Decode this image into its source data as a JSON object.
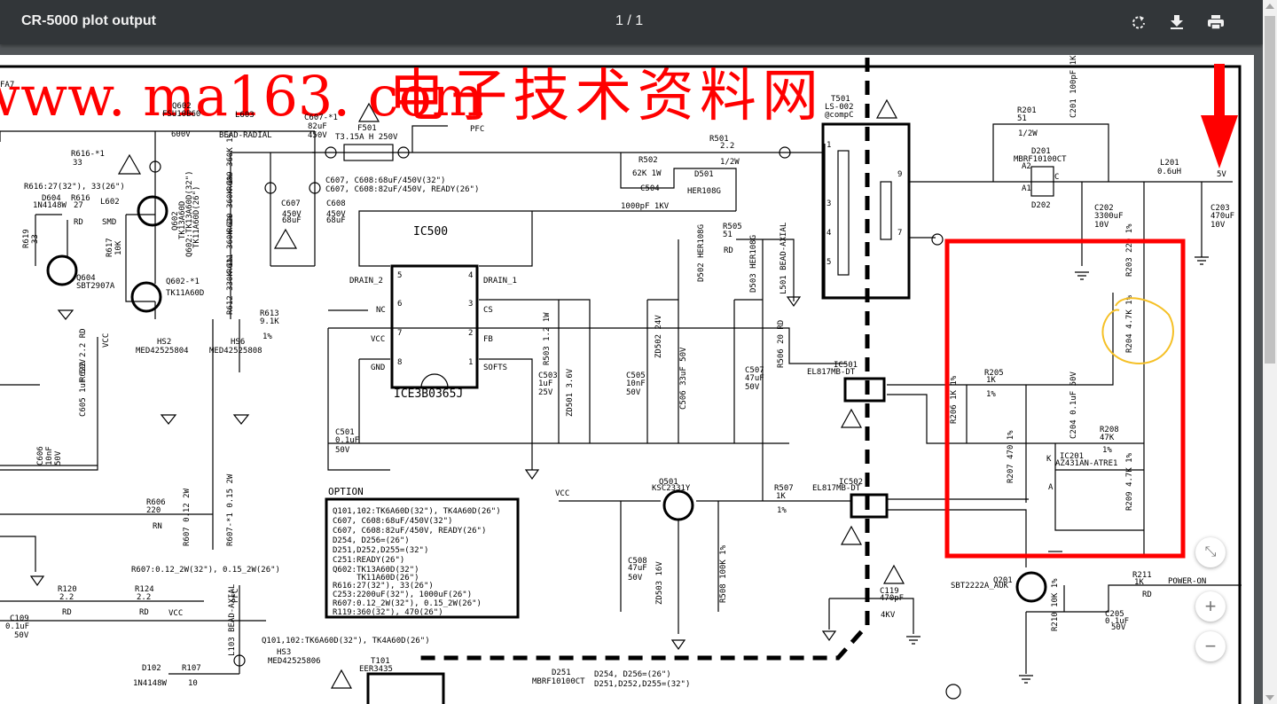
{
  "toolbar": {
    "title": "CR-5000 plot output",
    "page_indicator": "1 / 1",
    "rotate_icon": "rotate-icon",
    "download_icon": "download-icon",
    "print_icon": "print-icon"
  },
  "zoom_controls": {
    "fit": "⤡",
    "zoom_in": "+",
    "zoom_out": "−"
  },
  "annotations": {
    "red_box_color": "#ff0000",
    "arrow_color": "#ff0000",
    "circle_color": "#f5c026"
  },
  "watermark": {
    "url": "www. ma163. com",
    "cn": "电子技术资料网"
  },
  "schematic": {
    "fa7": "FA7",
    "q602": "Q602",
    "fsu": "FSU10B60",
    "v600": "600V",
    "l603": "L603",
    "bead_radial": "BEAD-RADIAL",
    "c607_1": "C607-*1",
    "c607_1v": "82uF",
    "c607_1w": "450V",
    "f501": "F501",
    "fuse": "T3.15A H 250V",
    "pfc": "PFC",
    "r616_1": "R616-*1",
    "r616_1v": "33",
    "r616_note": "R616:27(32\"), 33(26\")",
    "d604": "D604",
    "d604v": "1N4148W",
    "r616": "R616",
    "r616v": "27",
    "rd1": "RD",
    "l602": "L602",
    "smd": "SMD",
    "r619": "R619",
    "r619v": "33",
    "q604": "Q604",
    "q604v": "SBT2907A",
    "r617": "R617",
    "r617v": "10K",
    "q602v1": "Q602",
    "q602v2": "TK13A60D",
    "q602v3": "Q602:TK13A60D(32\")",
    "q602v4": "TK11A60D(26\")",
    "q602_1": "Q602-*1",
    "q602_1v": "TK11A60D",
    "r609": "R609 360K 1%",
    "r610": "R610 360K 1%",
    "r611": "R611 360K 1%",
    "r612": "R612 330K 1%",
    "c607": "C607",
    "c607v": "450V",
    "c607w": "68uF",
    "c608": "C608",
    "c608v": "450V",
    "c608w": "68uF",
    "note_c1": "C607, C608:68uF/450V(32\")",
    "note_c2": "C607, C608:82uF/450V, READY(26\")",
    "r613": "R613",
    "r613v": "9.1K",
    "r613w": "1%",
    "hs2": "HS2",
    "hs2v": "MED42525804",
    "hs6": "HS6",
    "hs6v": "MED42525808",
    "vcc1": "VCC",
    "r622": "R622 2.2 RD",
    "c605": "C605 1uF 50V",
    "c606": "C606",
    "c606v": "10nF",
    "c606w": "50V",
    "r502": "R502",
    "r502v": "62K 1W",
    "c504": "C504",
    "c504v": "1000pF 1KV",
    "d501": "D501",
    "d501v": "HER108G",
    "r501": "R501",
    "r501v": "2.2",
    "r501w": "1/2W",
    "ic500": "IC500",
    "drain2": "DRAIN_2",
    "drain1": "DRAIN_1",
    "nc": "NC",
    "cs": "CS",
    "vcc": "VCC",
    "fb": "FB",
    "gnd": "GND",
    "softs": "SOFTS",
    "ic500v": "ICE3B0365J",
    "p5": "5",
    "p4": "4",
    "p6": "6",
    "p3": "3",
    "p7": "7",
    "p2": "2",
    "p8": "8",
    "p1": "1",
    "r505": "R505",
    "r505v": "51",
    "r505w": "RD",
    "d502": "D502 HER108G",
    "d503": "D503 HER108G",
    "l501": "L501 BEAD-AXIAL",
    "c501": "C501",
    "c501v": "0.1uF",
    "c501w": "50V",
    "r503": "R503 1.2 1W",
    "zd501": "ZD501 3.6V",
    "c503": "C503",
    "c503v": "1uF",
    "c503w": "25V",
    "c505": "C505",
    "c505v": "10nF",
    "c505w": "50V",
    "zd502": "ZD502 24V",
    "c506": "C506 33uF 50V",
    "c507": "C507",
    "c507v": "47uF",
    "c507w": "50V",
    "r506": "R506 20 RD",
    "t501": "T501",
    "t501v": "LS-002",
    "t501w": "@compC",
    "t1": "1",
    "t3": "3",
    "t4": "4",
    "t5": "5",
    "t9": "9",
    "t7": "7",
    "ic501": "IC501",
    "ic501v": "EL817MB-DT",
    "ic502": "IC502",
    "ic502v": "EL817MB-DT",
    "r201": "R201",
    "r201v": "51",
    "r201w": "1/2W",
    "c201": "C201 100pF 1KV",
    "d201": "D201",
    "d201v": "MBRF10100CT",
    "d202": "D202",
    "a2": "A2",
    "a1": "A1",
    "cc": "C",
    "c202": "C202",
    "c202v": "3300uF",
    "c202w": "10V",
    "l201": "L201",
    "l201v": "0.6uH",
    "v5": "5V",
    "c203": "C203",
    "c203v": "470uF",
    "c203w": "10V",
    "r203": "R203 220 1%",
    "r204": "R204 4.7K 1%",
    "r205": "R205",
    "r205v": "1K",
    "r205w": "1%",
    "r206": "R206 1K 1%",
    "r207": "R207 470 1%",
    "c204": "C204 0.1uF 50V",
    "r208": "R208",
    "r208v": "47K",
    "r208w": "1%",
    "ic201": "IC201",
    "ic201v": "AZ431AN-ATRE1",
    "k": "K",
    "a": "A",
    "r209": "R209 4.7K 1%",
    "q201": "Q201",
    "q201v": "SBT2222A_AUK",
    "r211": "R211",
    "r211v": "1K",
    "r211w": "RD",
    "power_on": "POWER-ON",
    "r210": "R210 10K 1%",
    "c205": "C205",
    "c205v": "0.1uF",
    "c205w": "50V",
    "c119": "C119",
    "c119v": "470pF",
    "c119w": "4KV",
    "q501": "Q501",
    "q501v": "KSC2331Y",
    "vcc2": "VCC",
    "r507": "R507",
    "r507v": "1K",
    "r507w": "1%",
    "c508": "C508",
    "c508v": "47uF",
    "c508w": "50V",
    "zd503": "ZD503 16V",
    "r508": "R508 100K 1%",
    "r606": "R606",
    "r606v": "220",
    "r606w": "RN",
    "r607": "R607 0.12 2W",
    "r607_1": "R607-*1 0.15 2W",
    "r607_note": "R607:0.12_2W(32\"), 0.15_2W(26\")",
    "r120": "R120",
    "r120v": "2.2",
    "r120w": "RD",
    "r124": "R124",
    "r124v": "2.2",
    "r124w": "RD",
    "vcc3": "VCC",
    "c109": "C109",
    "c109v": "0.1uF",
    "c109w": "50V",
    "pfc2": "PFC",
    "l103": "L103 BEAD-AXIAL",
    "q101_note": "Q101,102:TK6A60D(32\"), TK4A60D(26\")",
    "hs3": "HS3",
    "hs3v": "MED42525806",
    "t101": "T101",
    "t101v": "EER3435",
    "d102": "D102",
    "d102v": "1N4148W",
    "r107": "R107",
    "r107v": "10",
    "d251": "D251",
    "d251v": "MBRF10100CT",
    "d254n": "D254, D256=(26\")",
    "d251n": "D251,D252,D255=(32\")"
  },
  "option": {
    "title": "OPTION",
    "lines": [
      "Q101,102:TK6A60D(32\"), TK4A60D(26\")",
      "C607, C608:68uF/450V(32\")",
      "C607, C608:82uF/450V, READY(26\")",
      "D254, D256=(26\")",
      "D251,D252,D255=(32\")",
      "C251:READY(26\")",
      "Q602:TK13A60D(32\")",
      "     TK11A60D(26\")",
      "R616:27(32\"), 33(26\")",
      "C253:2200uF(32\"), 1000uF(26\")",
      "R607:0.12_2W(32\"), 0.15_2W(26\")",
      "R119:360(32\"), 470(26\")"
    ]
  }
}
